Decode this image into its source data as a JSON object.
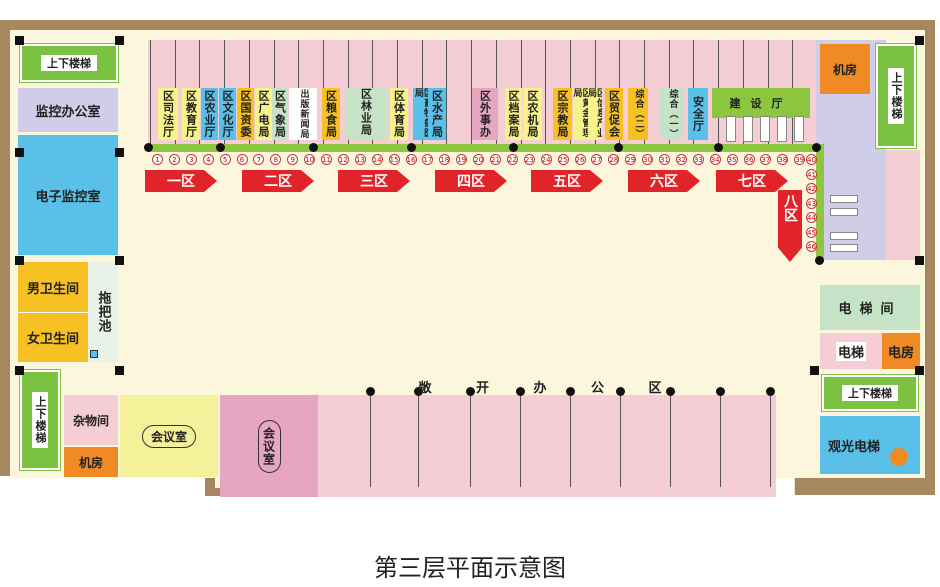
{
  "caption": "第三层平面示意图",
  "left_rooms": {
    "stairs_top": "上下楼梯",
    "monitor_office": "监控办公室",
    "e_monitor": "电子监控室",
    "male_wc": "男卫生间",
    "female_wc": "女卫生间",
    "mop_pool": "拖把池",
    "stairs_left": "上下楼梯",
    "storage": "杂物间",
    "machine_room_left": "机房",
    "meeting_room_1": "会议室",
    "meeting_room_2": "会议室"
  },
  "right_rooms": {
    "machine_room_top": "机房",
    "stairs_right_top": "上下楼梯",
    "elevator_hall": "电梯间",
    "elevator": "电梯",
    "power_room": "电房",
    "stairs_right": "上下楼梯",
    "sightseeing_elevator": "观光电梯"
  },
  "open_office": "敞 开 办 公 区",
  "offices": [
    "区司法厅",
    "区教育厅",
    "区农业厅",
    "区文化厅",
    "区国资委",
    "区广电局",
    "区气象局",
    "出版新闻局",
    "区粮食局",
    "区林业局",
    "区体育局",
    "区畜牧兽医局",
    "区水产局",
    "区外事办",
    "区档案局",
    "区农机局",
    "区宗教局",
    "区黄金管理局",
    "区信息产业局",
    "区贸促会",
    "综合（二）",
    "综合（一）",
    "安全厅",
    "建设厅"
  ],
  "numbers": [
    "1",
    "2",
    "3",
    "4",
    "5",
    "6",
    "7",
    "8",
    "9",
    "10",
    "11",
    "12",
    "13",
    "14",
    "15",
    "16",
    "17",
    "18",
    "19",
    "20",
    "21",
    "22",
    "23",
    "24",
    "25",
    "26",
    "27",
    "28",
    "29",
    "30",
    "31",
    "32",
    "33",
    "34",
    "35",
    "36",
    "37",
    "38",
    "39",
    "40",
    "41",
    "42",
    "43",
    "44",
    "45",
    "46"
  ],
  "zones": [
    "一区",
    "二区",
    "三区",
    "四区",
    "五区",
    "六区",
    "七区",
    "八区"
  ],
  "colors": {
    "wall": "#a6875f",
    "floor": "#fbf6dc",
    "office_pink": "#f5cdd4",
    "corridor_green": "#8cc63f",
    "arrow_red": "#e0242a",
    "blue_room": "#5bc0e8",
    "yellow_room": "#f7c123",
    "orange_room": "#f08a24",
    "lavender": "#d0cde8"
  }
}
